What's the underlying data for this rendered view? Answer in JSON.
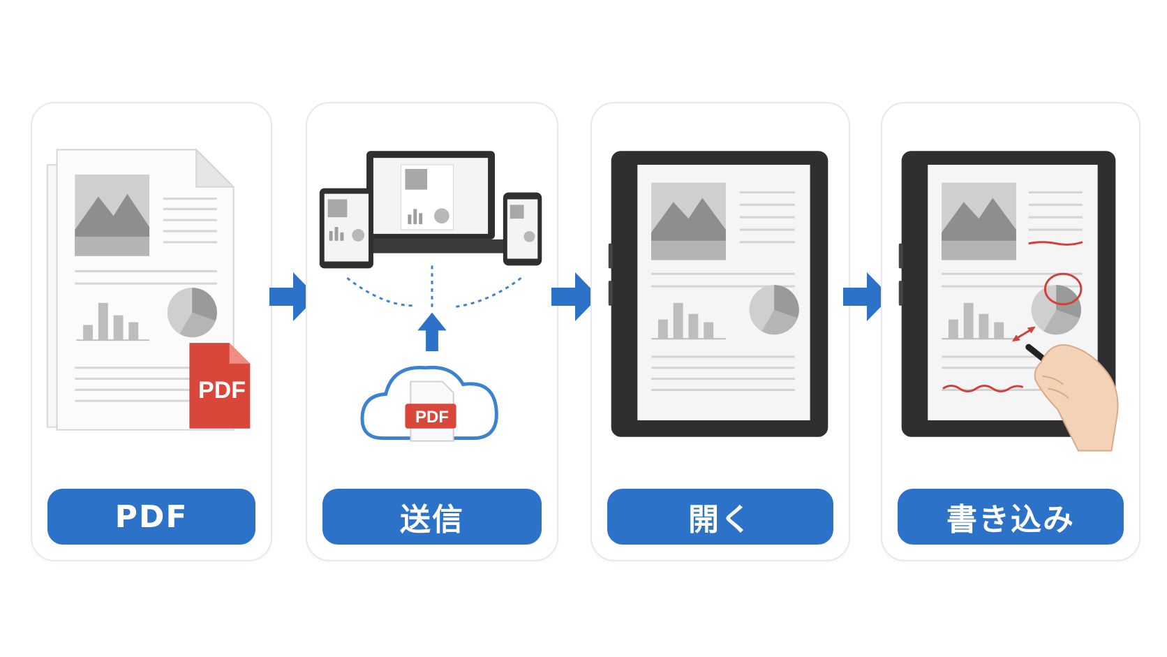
{
  "steps": [
    {
      "label": "PDF"
    },
    {
      "label": "送信"
    },
    {
      "label": "開く"
    },
    {
      "label": "書き込み"
    }
  ],
  "badges": {
    "pdf_file": "PDF",
    "pdf_cloud": "PDF"
  },
  "colors": {
    "accent": "#2c72c8",
    "pdf_red": "#d9473b",
    "cloud_blue": "#3b82d1",
    "annotation_red": "#d2403a"
  },
  "icons": [
    "pdf-document-icon",
    "arrow-right-icon",
    "devices-icon",
    "cloud-upload-icon",
    "ereader-icon",
    "stylus-hand-icon"
  ]
}
